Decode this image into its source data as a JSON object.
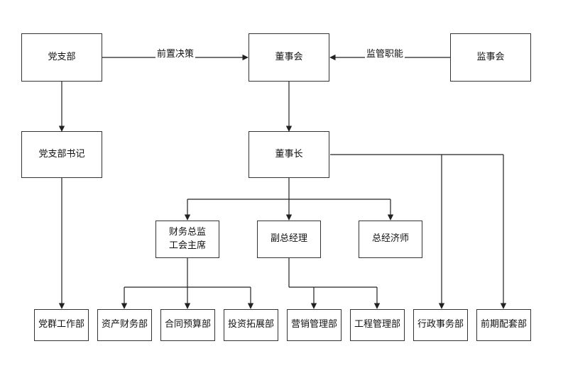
{
  "nodes": {
    "party_branch": "党支部",
    "board": "董事会",
    "supervisory_board": "监事会",
    "party_secretary": "党支部书记",
    "chairman": "董事长",
    "cfo_line1": "财务总监",
    "cfo_line2": "工会主席",
    "deputy_gm": "副总经理",
    "chief_economist": "总经济师",
    "party_affairs_dept": "党群工作部",
    "asset_finance_dept": "资产财务部",
    "contract_budget_dept": "合同预算部",
    "investment_dept": "投资拓展部",
    "marketing_dept": "营销管理部",
    "engineering_dept": "工程管理部",
    "admin_dept": "行政事务部",
    "preliminary_dept": "前期配套部"
  },
  "edges": {
    "prior_decision": "前置决策",
    "supervision": "监管职能"
  }
}
